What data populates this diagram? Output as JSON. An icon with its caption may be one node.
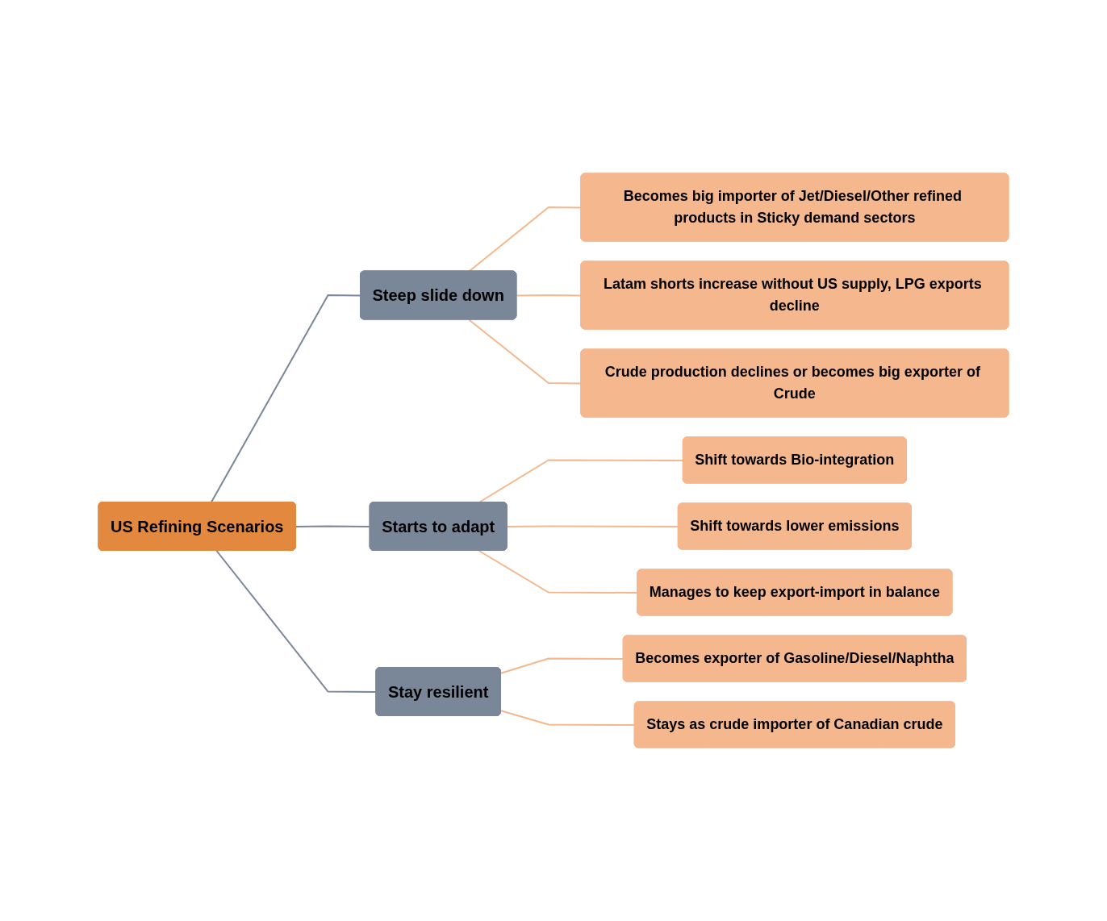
{
  "diagram": {
    "nodes": [
      {
        "text": [
          "US Refining Scenarios"
        ]
      },
      {
        "text": [
          "Steep slide down"
        ]
      },
      {
        "text": [
          "Becomes big importer of Jet/Diesel/Other refined products in Sticky demand sectors"
        ]
      },
      {
        "text": [
          "Latam shorts increase without US supply, LPG exports decline"
        ]
      },
      {
        "text": [
          "Crude production declines or becomes big exporter of Crude"
        ]
      },
      {
        "text": [
          "Starts to adapt"
        ]
      },
      {
        "text": [
          "Shift towards Bio-integration"
        ]
      },
      {
        "text": [
          "Shift towards lower emissions"
        ]
      },
      {
        "text": [
          "Manages to keep export-import in balance"
        ]
      },
      {
        "text": [
          "Stay resilient"
        ]
      },
      {
        "text": [
          "Becomes exporter of Gasoline/Diesel/Naphtha"
        ]
      },
      {
        "text": [
          "Stays as crude importer of Canadian crude"
        ]
      }
    ],
    "edges": [
      {
        "from": 0,
        "to": 1,
        "arrow": "none",
        "color": "#7a8799"
      },
      {
        "from": 1,
        "to": 2,
        "arrow": "none"
      },
      {
        "from": 1,
        "to": 3,
        "arrow": "none"
      },
      {
        "from": 1,
        "to": 4,
        "arrow": "none"
      },
      {
        "from": 0,
        "to": 5,
        "arrow": "none",
        "color": "#7a8799"
      },
      {
        "from": 5,
        "to": 6,
        "arrow": "none"
      },
      {
        "from": 5,
        "to": 7,
        "arrow": "none"
      },
      {
        "from": 5,
        "to": 8,
        "arrow": "none"
      },
      {
        "from": 0,
        "to": 9,
        "arrow": "none",
        "color": "#7a8799"
      },
      {
        "from": 9,
        "to": 10,
        "arrow": "none"
      },
      {
        "from": 9,
        "to": 11,
        "arrow": "none"
      }
    ]
  }
}
